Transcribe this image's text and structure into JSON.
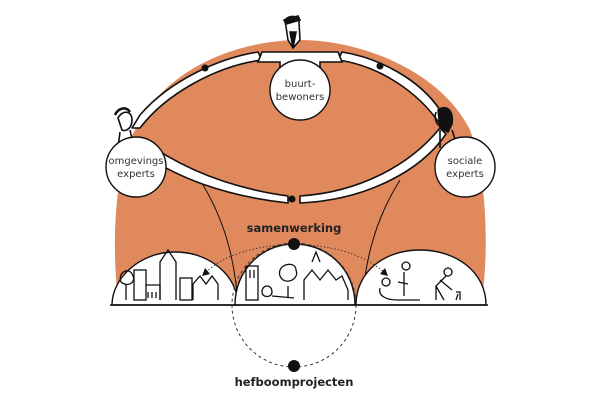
{
  "diagram": {
    "title": "",
    "colors": {
      "background_fill": "#e0895c",
      "ink": "#111111",
      "circle_fill": "#ffffff",
      "label_text": "#333333"
    },
    "stakeholders": [
      {
        "id": "buurtbewoners",
        "line1": "buurt-",
        "line2": "bewoners",
        "figure": "bearded-man-with-cap"
      },
      {
        "id": "omgevings-experts",
        "line1": "omgevings",
        "line2": "experts",
        "figure": "person-with-curly-hair"
      },
      {
        "id": "sociale-experts",
        "line1": "sociale",
        "line2": "experts",
        "figure": "woman-with-dark-hair"
      }
    ],
    "connections": {
      "type": "holding-hands",
      "description": "three figures holding hands with long stretched arms forming a ring"
    },
    "center_labels": {
      "top": "samenwerking",
      "bottom": "hefboomprojecten"
    },
    "domes": [
      {
        "id": "physical-environment",
        "scene": "town with church tower, houses and tree"
      },
      {
        "id": "hefboomprojecten",
        "scene": "tower, tree, person relaxing, houses"
      },
      {
        "id": "social",
        "scene": "people sitting together and person with dog"
      }
    ]
  }
}
